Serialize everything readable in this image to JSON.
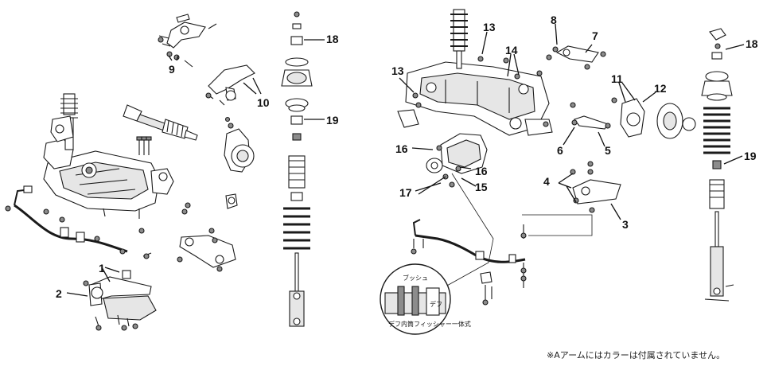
{
  "callouts": {
    "c1": "1",
    "c2": "2",
    "c3": "3",
    "c4": "4",
    "c5": "5",
    "c6": "6",
    "c7": "7",
    "c8": "8",
    "c9": "9",
    "c10": "10",
    "c11": "11",
    "c12": "12",
    "c13a": "13",
    "c13b": "13",
    "c14": "14",
    "c15": "15",
    "c16a": "16",
    "c16b": "16",
    "c17": "17",
    "c18a": "18",
    "c18b": "18",
    "c19a": "19",
    "c19b": "19"
  },
  "inset": {
    "bush_label": "ブッシュ",
    "diff_label": "デフ",
    "caption": "デフ内筒フィッシャー一体式"
  },
  "footnote": "※Aアームにはカラーは付属されていません。"
}
